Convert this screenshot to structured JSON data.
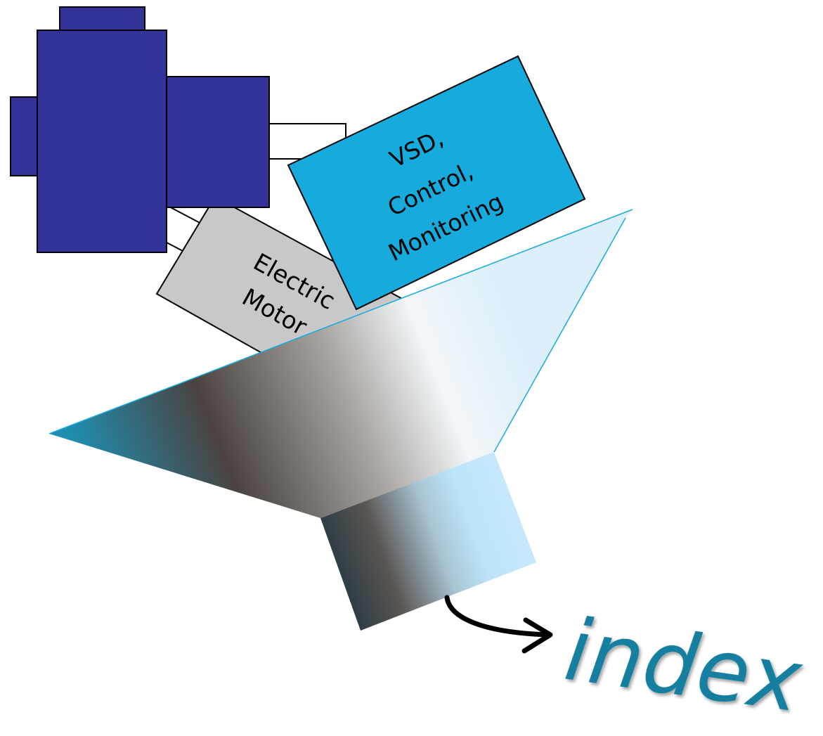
{
  "labels": {
    "vsd": [
      "VSD,",
      "Control,",
      "Monitoring"
    ],
    "motor": [
      "Electric",
      "Motor"
    ],
    "index": "index"
  },
  "colors": {
    "pump_blue": "#333399",
    "vsd_cyan": "#16ABDC",
    "motor_gray": "#C8C8C8",
    "index_teal": "#137FA0",
    "funnel_edge": "#16ABDC",
    "funnel_dark": "#4A4340",
    "funnel_light": "#BDE4F8"
  },
  "icons": {
    "arrow": "curved-arrow-icon"
  }
}
